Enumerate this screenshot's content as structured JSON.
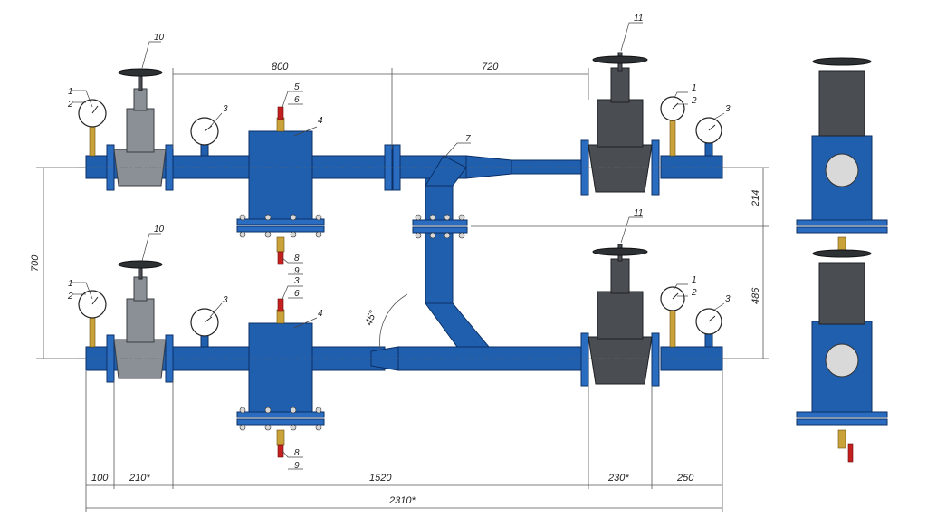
{
  "dimensions": {
    "d800": "800",
    "d720": "720",
    "d700": "700",
    "d214": "214",
    "d486": "486",
    "d100": "100",
    "d210": "210*",
    "d1520": "1520",
    "d230": "230*",
    "d250": "250",
    "d2310": "2310*",
    "angle": "45°"
  },
  "callouts": {
    "c1": "1",
    "c2": "2",
    "c3": "3",
    "c4": "4",
    "c5": "5",
    "c6": "6",
    "c7": "7",
    "c8": "8",
    "c9": "9",
    "c10": "10",
    "c11": "11"
  },
  "colors": {
    "pipe": "#1f5fae",
    "valve_body": "#8a9096",
    "valve_dark": "#4a4e53",
    "brass": "#c9a23a",
    "red_handle": "#c42020"
  }
}
